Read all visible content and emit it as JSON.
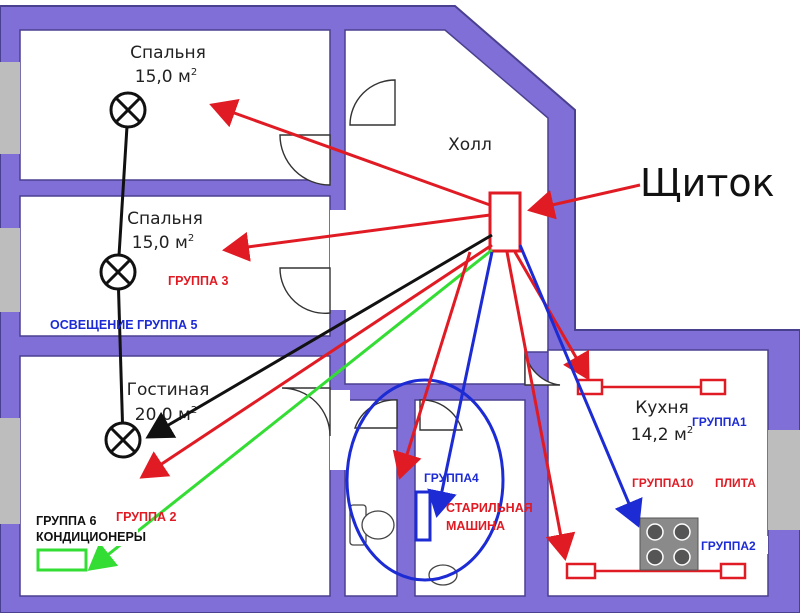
{
  "rooms": {
    "bedroom1": {
      "name": "Спальня",
      "area": "15,0 м",
      "unit_sup": "2"
    },
    "bedroom2": {
      "name": "Спальня",
      "area": "15,0 м",
      "unit_sup": "2"
    },
    "living": {
      "name": "Гостиная",
      "area": "20,0 м",
      "unit_sup": "2"
    },
    "hall": {
      "name": "Холл"
    },
    "kitchen": {
      "name": "Кухня",
      "area": "14,2 м",
      "unit_sup": "2"
    }
  },
  "panel_label": "Щиток",
  "labels": {
    "group3": "ГРУППА 3",
    "lighting_group5": "ОСВЕЩЕНИЕ ГРУППА 5",
    "group2": "ГРУППА 2",
    "group6_line1": "ГРУППА 6",
    "group6_line2": "КОНДИЦИОНЕРЫ",
    "group4": "ГРУППА4",
    "washing_line1": "СТАРИЛЬНАЯ",
    "washing_line2": "МАШИНА",
    "group1": "ГРУППА1",
    "group10": "ГРУППА10",
    "stove": "ПЛИТА",
    "group2_kitchen": "ГРУППА2"
  },
  "colors": {
    "wall": "#7f6fd6",
    "wall_edge": "#5a4fb0",
    "red": "#e01b24",
    "blue": "#1c2bd4",
    "green": "#33dd33",
    "black": "#111111",
    "grey": "#bdbdbd"
  }
}
